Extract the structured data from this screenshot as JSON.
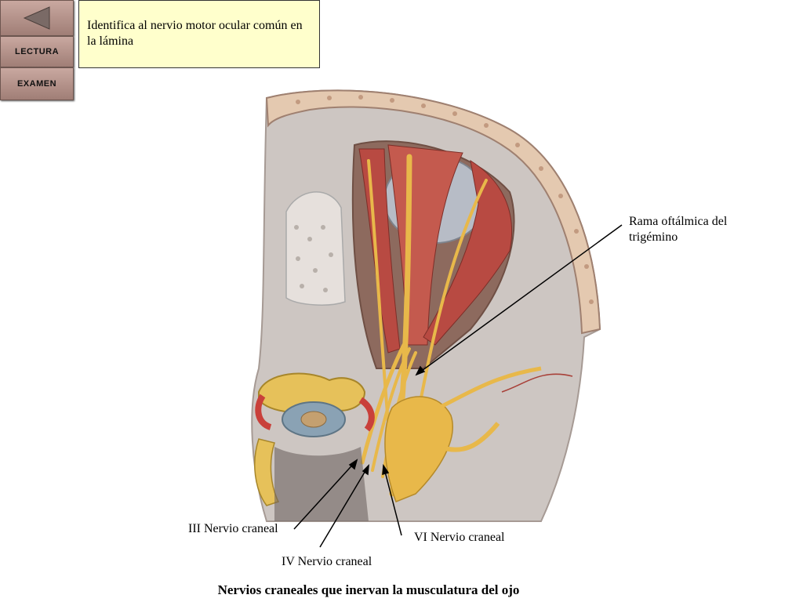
{
  "nav": {
    "back_icon": "left-triangle-icon",
    "lectura_label": "LECTURA",
    "examen_label": "EXAMEN"
  },
  "prompt": {
    "text": "Identifica al nervio motor ocular común en la lámina"
  },
  "labels": {
    "ophthalmic": "Rama  oftálmica del trigémino",
    "cn3": "III Nervio craneal",
    "cn4": "IV Nervio craneal",
    "cn6": "VI Nervio craneal"
  },
  "caption": "Nervios craneales que inervan  la musculatura  del ojo",
  "colors": {
    "prompt_bg": "#ffffcc",
    "nav_button": "#b8968e",
    "bone": "#d8cfc8",
    "muscle": "#b84a42",
    "nerve": "#e8b84a"
  }
}
